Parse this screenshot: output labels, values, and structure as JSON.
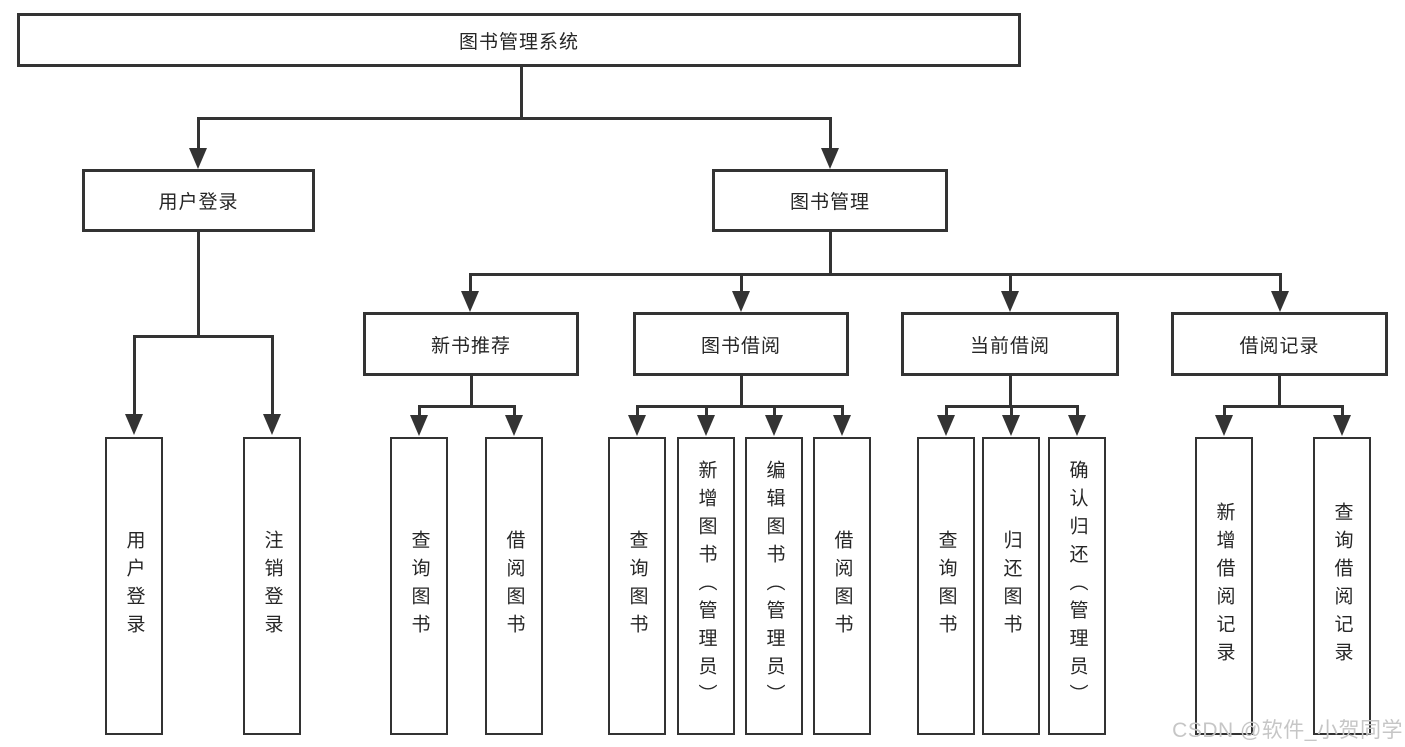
{
  "colors": {
    "line": "#333333",
    "text": "#262626",
    "background": "#ffffff",
    "watermark_text": "#c6c6c6"
  },
  "tree": {
    "root": {
      "label": "图书管理系统"
    },
    "branches": [
      {
        "label": "用户登录",
        "children": [
          "用户登录",
          "注销登录"
        ]
      },
      {
        "label": "图书管理",
        "children": [
          {
            "label": "新书推荐",
            "children": [
              "查询图书",
              "借阅图书"
            ]
          },
          {
            "label": "图书借阅",
            "children": [
              "查询图书",
              "新增图书（管理员）",
              "编辑图书（管理员）",
              "借阅图书"
            ]
          },
          {
            "label": "当前借阅",
            "children": [
              "查询图书",
              "归还图书",
              "确认归还（管理员）"
            ]
          },
          {
            "label": "借阅记录",
            "children": [
              "新增借阅记录",
              "查询借阅记录"
            ]
          }
        ]
      }
    ]
  },
  "watermark": {
    "text": "CSDN @软件_小贺同学"
  }
}
